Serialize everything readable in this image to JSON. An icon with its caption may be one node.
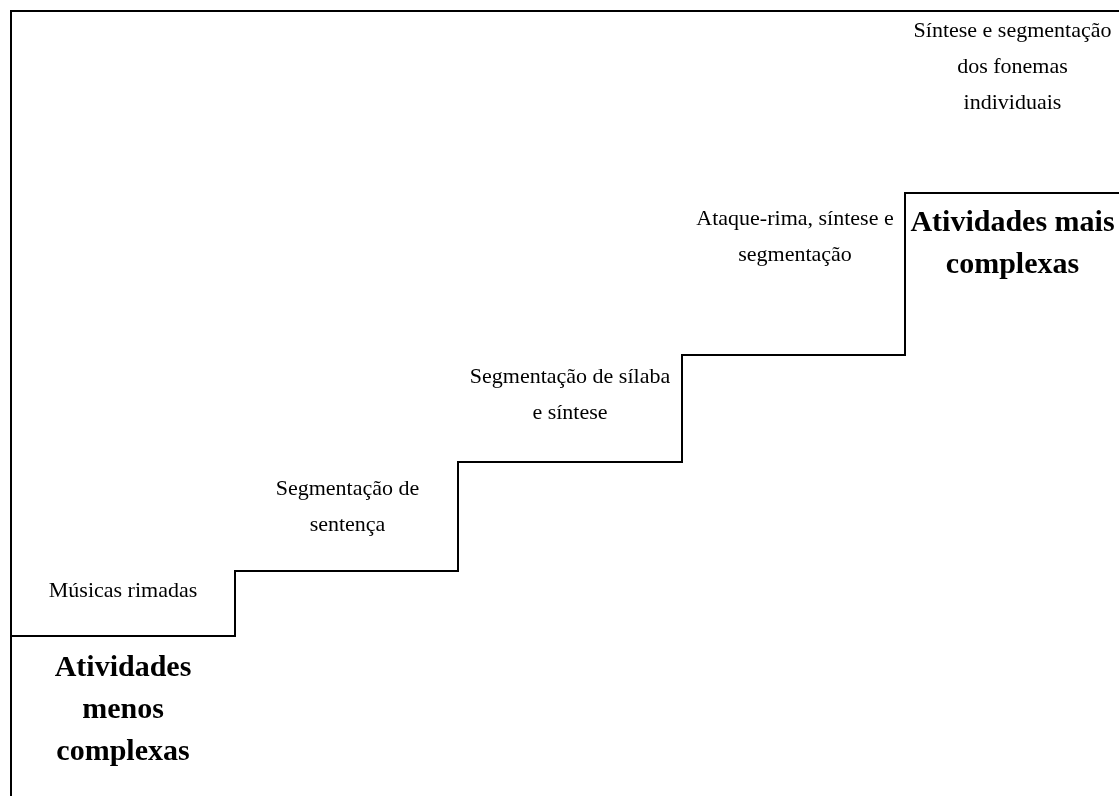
{
  "diagram": {
    "labels": [
      "Síntese e segmentação dos fonemas individuais",
      "Ataque-rima, síntese e segmentação",
      "Atividades mais complexas",
      "Segmentação de sílaba e síntese",
      "Segmentação de sentença",
      "Músicas rimadas",
      "Atividades menos complexas"
    ]
  }
}
